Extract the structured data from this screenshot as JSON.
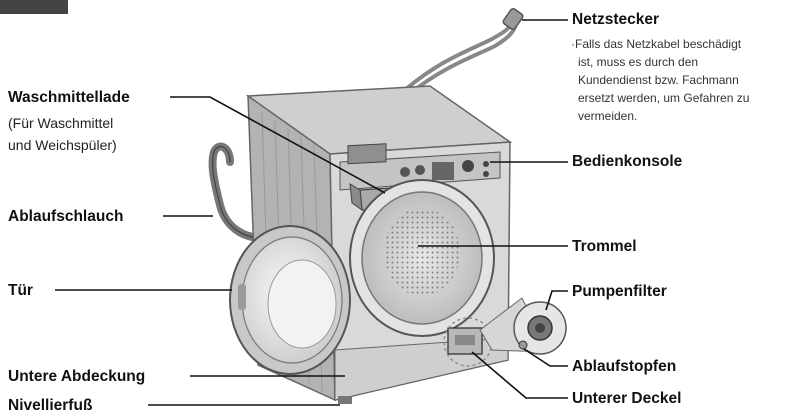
{
  "colors": {
    "line": "#111111",
    "body": "#9a9a9a",
    "dashed": "#8a8a8a"
  },
  "labels": {
    "netzstecker": "Netzstecker",
    "netzstecker_note": [
      "·Falls das Netzkabel beschädigt",
      "ist, muss es durch den",
      "Kundendienst bzw. Fachmann",
      "ersetzt werden, um Gefahren zu",
      "vermeiden."
    ],
    "waschmittellade": "Waschmittellade",
    "waschmittellade_sub": [
      "(Für Waschmittel",
      "und Weichspüler)"
    ],
    "bedienkonsole": "Bedienkonsole",
    "ablaufschlauch": "Ablaufschlauch",
    "trommel": "Trommel",
    "tuer": "Tür",
    "pumpenfilter": "Pumpenfilter",
    "ablaufstopfen": "Ablaufstopfen",
    "untere_abdeckung": "Untere Abdeckung",
    "unterer_deckel": "Unterer Deckel",
    "nivellierfuss": "Nivellierfuß"
  }
}
